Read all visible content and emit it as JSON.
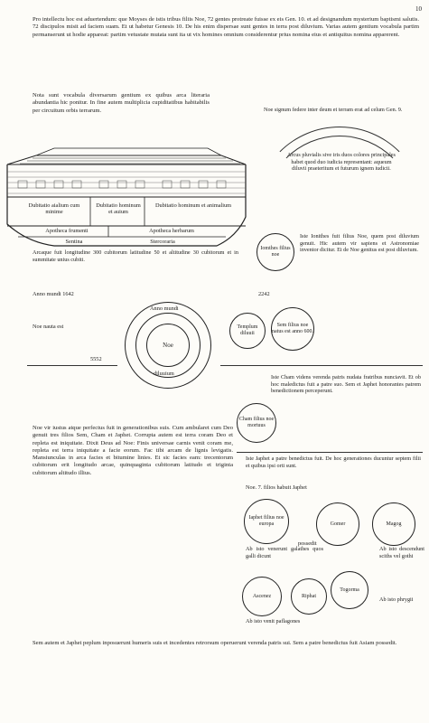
{
  "page_number": "10",
  "top_text": "Pro intellectu hoc est aduertendum: que Moyses de istis tribus filiis Noe, 72 gentes protreate fuisse ex eis Gen. 10. et ad designandum mysterium baptismi salutis. 72 discipulos misit ad faciem suam. Et ut habetur Genesis 10. De his enim dispersae sunt gentes in terra post diluvium. Varias autem gentium vocabula partim permanserunt ut hodie appareat: partim vetustate mutata sunt ita ut vix homines omnium considerentur prius nomina eius et antiquitus nomina apparerent.",
  "nota": "Nota sunt vocabula diversarum gentium ex quibus arca literaria abundantia hic ponitur. In fine autem multiplicia cupiditatibus habitabilis per circuitum orbis terrarum.",
  "ark": {
    "label_dubitatio_1": "Dubitatio aialium cum minime",
    "label_dubitatio_2": "Dubitatio hominum et auium",
    "label_dubitatio_3": "Dubitatio hominum et animalium",
    "label_apotheca_1": "Apotheca frumenti",
    "label_apotheca_2": "Apotheca herbarum",
    "label_sentina": "Sentina",
    "label_stercoraria": "Stercoraria",
    "caption": "Arcaque fuit longitudine 300 cubitorum latitudine 50 et altitudine 30 cubitorum et in summitate unius cubiti."
  },
  "rainbow": {
    "header": "Noe signum federe inter deum et terram erat ad celum Gen. 9.",
    "text": "Arcus pluvialis sive iris duos colores principales habet quod duo iudicia representant: aqueum diluvii praeteritum et futurum ignem iudicii.",
    "circle_label": "Iomthes filius noe"
  },
  "side_text_1": "Iste Ionithes fuit filius Noe, quem post diluvium genuit. Hic autem vir sapiens et Astronomiae inventor dicitur. Et de Noe genitus est post diluvium.",
  "year_1": "Anno mundi 1642",
  "year_2": "2242",
  "noe_label": "Noe nauta est",
  "wheel": {
    "center": "Noe",
    "ring_1": "Anno mundi",
    "ring_2": "diluuium",
    "side": "5552"
  },
  "circle_sem": "Sem filius noe natus est anno 600.",
  "circle_templum": "Templum diluuii",
  "text_main": "Noe vir iustus atque perfectus fuit in generationibus suis. Cum ambularet cum Deo genuit tres filios Sem, Cham et Japhet. Corrupta autem est terra coram Deo et repleta est iniquitate. Dixit Deus ad Noe: Finis universae carnis venit coram me, repleta est terra iniquitate a facie eorum. Fac tibi arcam de lignis levigatis. Mansiunculas in arca facies et bitumine linies. Et sic facies eam: trecentorum cubitorum erit longitudo arcae, quinquaginta cubitorum latitudo et triginta cubitorum altitudo illius.",
  "text_cham": "Iste Cham videns verenda patris nudata fratribus nunciavit. Et ob hoc maledictus fuit a patre suo. Sem et Japhet honorantes patrem benedictionem perceperunt.",
  "circle_cham": "Cham filius noe mortuus",
  "text_iaphet": "Iste Japhet a patre benedictus fuit. De hoc generationes ducuntur septem filii et quibus ipsi orti sunt.",
  "text_noe7": "Noe. 7. filios habuit Japhet",
  "circle_iaphet": "Iaphet filius noe europa",
  "possedit": "possedit",
  "circles_sons": [
    "Gomer",
    "Magog",
    "Ascenez",
    "Riphat",
    "Togorma"
  ],
  "notes_sons": [
    "Ab isto venerunt galathes quos galli dicunt",
    "Ab isto descendunt sciths vel gothi",
    "Ab isto phrygii",
    "Ab isto venit paflagones"
  ],
  "bottom_text": "Sem autem et Japhet peplum inposuerunt humeris suis et incedentes retrorsum operuerunt verenda patris sui. Sem a patre benedictus fuit Asiam possedit."
}
